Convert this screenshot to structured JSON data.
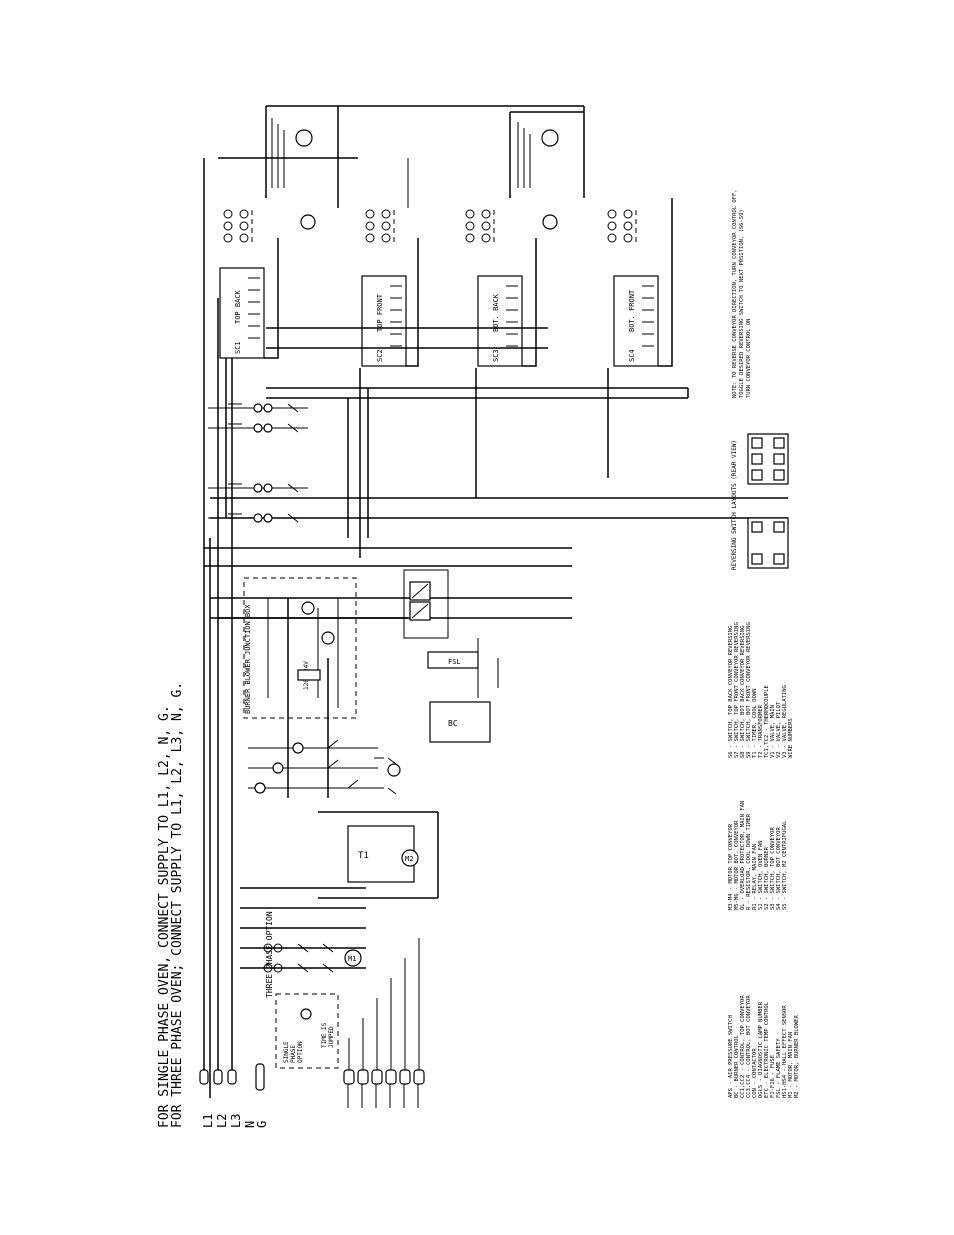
{
  "header": {
    "line1": "FOR SINGLE PHASE OVEN,  CONNECT SUPPLY TO L1, L2, N, G.",
    "line2": "FOR THREE PHASE OVEN;  CONNECT SUPPLY TO L1, L2, L3, N, G."
  },
  "terminals": [
    "L1",
    "L2",
    "L3",
    "N",
    "G"
  ],
  "three_phase_option": "THREE PHASE OPTION",
  "single_phase_option": [
    "SINGLE",
    "PHASE",
    "OPTION",
    "TIME IS",
    "JUMPED"
  ],
  "junction_box": "BURNER BLOWER JUNCTION BOX",
  "transformer_label": "120V/24V",
  "speed_controllers": [
    {
      "id": "SC1",
      "name": "TOP BACK"
    },
    {
      "id": "SC2",
      "name": "TOP FRONT"
    },
    {
      "id": "SC3",
      "name": "BOT. BACK"
    },
    {
      "id": "SC4",
      "name": "BOT. FRONT"
    }
  ],
  "switch_layouts_title": "REVERSING SWITCH LAYOUTS (REAR VIEW)",
  "note": [
    "NOTE: TO REVERSE CONVEYOR DIRECTION, TURN CONVEYOR CONTROL OFF,",
    "TOGGLE DESIRED REVERSING SWITCH TO NEXT POSITION, (S6-S9)",
    "TURN CONVEYOR CONTROL ON"
  ],
  "legend_col1": [
    "APS - AIR PRESSURE SWITCH",
    "BC - BURNER CONTROL",
    "CC1,CC2 - CONTROL, TOP CONVEYOR",
    "CC3,CC4 - CONTROL, BOT CONVEYOR",
    "CON - CONTACTOR",
    "DGLS - DIAGNOSTIC LAMP NUMBER",
    "ETC - ELECTRONIC TEMP CONTROL",
    "F1-F16 - FUSE",
    "FSL - FLAME SAFETY",
    "HS1-HS4 - HALL EFFECT SENSOR",
    "M1 - MOTOR, MAIN FAN",
    "M2 - MOTOR, BURNER BLOWER"
  ],
  "legend_col2": [
    "M3-M4 - MOTOR TOP CONVEYOR",
    "M5-M6 - MOTOR BOT. CONVEYOR",
    "OL - OVERLOAD PROTECTOR, MAIN FAN",
    "R - RESISTOR, COOL DOWN TIMER",
    "R1 - RELAY, MAIN FAN",
    "S1 - SWITCH, OVEN FAN",
    "S2 - SWITCH, BURNER",
    "S3 - SWITCH, TOP CONVEYOR",
    "S4 - SWITCH, BOT CONVEYOR",
    "S5 - SWITCH, M2 CENTRIFUGAL"
  ],
  "legend_col3": [
    "S6 - SWITCH, TOP BACK CONVEYOR REVERSING",
    "S7 - SWITCH, TOP FRONT CONVEYOR REVERSING",
    "S8 - SWITCH, BOT BACK CONVEYOR REVERSING",
    "S9 - SWITCH, BOT FRONT CONVEYOR REVERSING",
    "T1 - TIMER, COOL DOWN",
    "T2 - TRANSFORMER",
    "TC1,TC2 - THERMOCOUPLE",
    "V1 - VALVE, MAIN",
    "V2 - VALVE, PILOT",
    "V3 - VALVE, REGULATING",
    "WIRE NUMBERS"
  ]
}
